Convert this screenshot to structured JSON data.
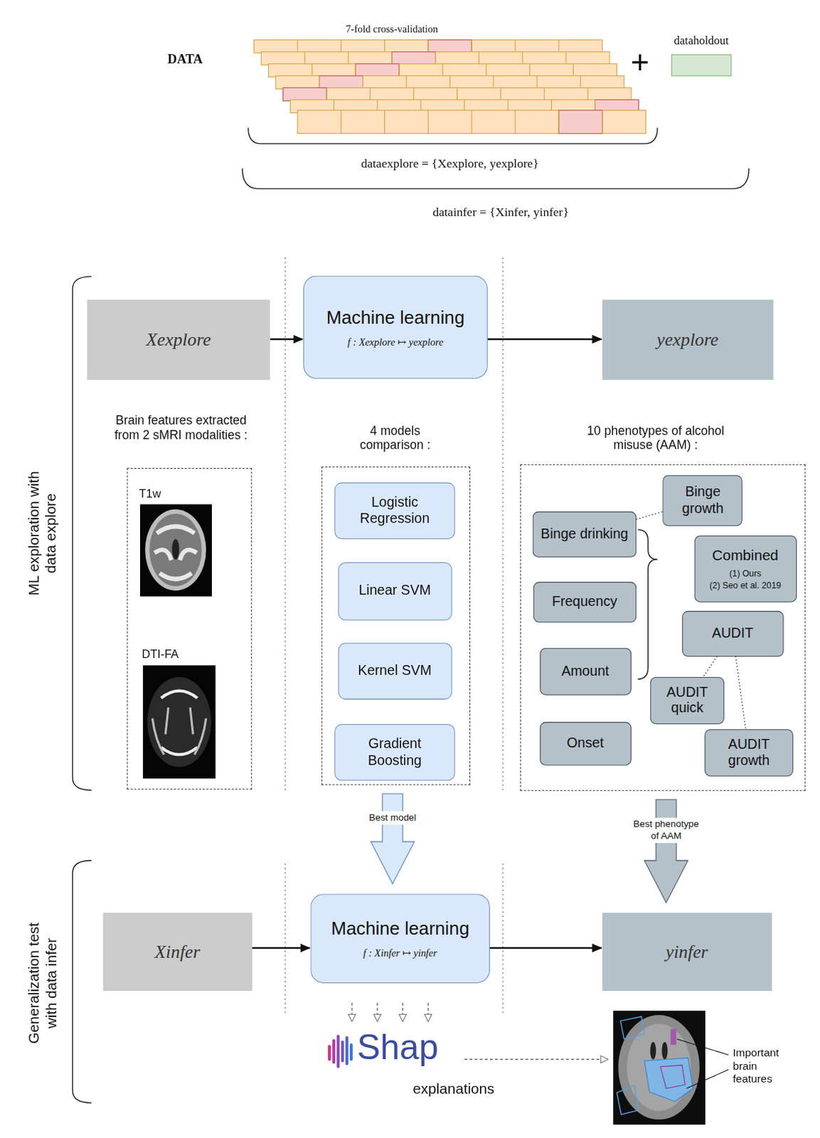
{
  "diagram": {
    "nodes": [
      {
        "text": [
          "dataholdout"
        ]
      },
      {
        "text": [
          "Xexplore"
        ]
      },
      {
        "text": [
          "Machine learning",
          "f : Xexplore ↦ yexplore"
        ]
      },
      {
        "text": [
          "yexplore"
        ]
      },
      {
        "text": [
          "Brain features extracted from 2 sMRI modalities :",
          "T1w",
          "DTI-FA"
        ]
      },
      {
        "text": [
          "4 models comparison :"
        ]
      },
      {
        "text": [
          "Logistic Regression"
        ],
        "in": 5
      },
      {
        "text": [
          "Linear SVM"
        ],
        "in": 5
      },
      {
        "text": [
          "Kernel SVM"
        ],
        "in": 5
      },
      {
        "text": [
          "Gradient Boosting"
        ],
        "in": 5
      },
      {
        "text": [
          "10 phenotypes of alcohol misuse (AAM) :"
        ]
      },
      {
        "text": [
          "Binge growth"
        ],
        "in": 10
      },
      {
        "text": [
          "Binge drinking"
        ],
        "in": 10
      },
      {
        "text": [
          "Combined",
          "(1) Ours",
          "(2) Seo et al. 2019"
        ],
        "in": 10
      },
      {
        "text": [
          "Frequency"
        ],
        "in": 10
      },
      {
        "text": [
          "AUDIT"
        ],
        "in": 10
      },
      {
        "text": [
          "Amount"
        ],
        "in": 10
      },
      {
        "text": [
          "AUDIT quick"
        ],
        "in": 10
      },
      {
        "text": [
          "Onset"
        ],
        "in": 10
      },
      {
        "text": [
          "AUDIT growth"
        ],
        "in": 10
      },
      {
        "text": [
          "Xinfer"
        ]
      },
      {
        "text": [
          "Machine learning",
          "f : Xinfer ↦ yinfer"
        ]
      },
      {
        "text": [
          "yinfer"
        ]
      }
    ],
    "edges": [
      {
        "from": 1,
        "to": 2,
        "arrow": "to"
      },
      {
        "from": 2,
        "to": 3,
        "arrow": "to"
      },
      {
        "from": 12,
        "to": 11,
        "arrow": "none"
      },
      {
        "from": 15,
        "to": 17,
        "arrow": "none"
      },
      {
        "from": 15,
        "to": 19,
        "arrow": "none"
      },
      {
        "from": 5,
        "to": 21,
        "arrow": "to",
        "label": "Best model"
      },
      {
        "from": 10,
        "to": 22,
        "arrow": "to",
        "label": "Best phenotype of AAM"
      },
      {
        "from": 20,
        "to": 21,
        "arrow": "to"
      },
      {
        "from": 21,
        "to": 22,
        "arrow": "to"
      }
    ],
    "labels": [
      "DATA",
      "7-fold cross-validation",
      "+",
      "dataexplore = {Xexplore, yexplore}",
      "datainfer = {Xinfer, yinfer}",
      "ML exploration with data explore",
      "Generalization test with data infer",
      "Shap",
      "explanations",
      "Important brain features"
    ]
  }
}
